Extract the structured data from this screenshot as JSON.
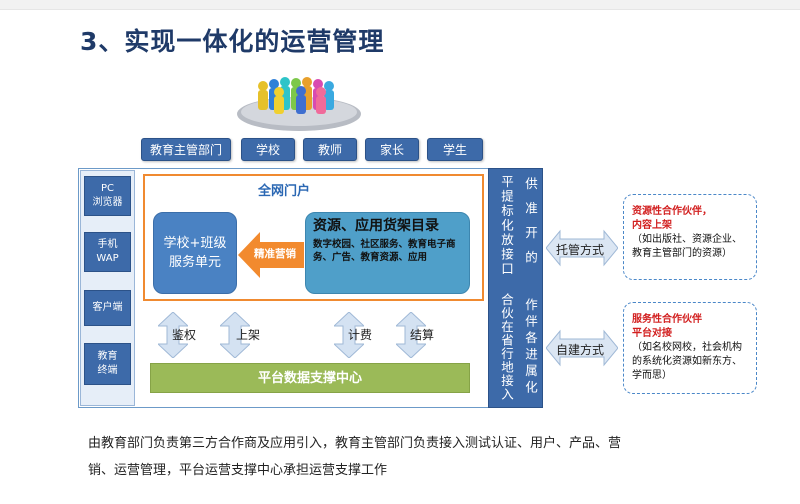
{
  "title": "3、实现一体化的运营管理",
  "roles": [
    "教育主管部门",
    "学校",
    "教师",
    "家长",
    "学生"
  ],
  "clients": [
    "PC\n浏览器",
    "手机\nWAP",
    "客户端",
    "教育\n终端"
  ],
  "portal": {
    "title": "全网门户",
    "school_unit": "学校+班级\n服务单元",
    "marketing": "精准营销",
    "shelf_title": "资源、应用货架目录",
    "shelf_detail": "数字校园、社区服务、教育电子商务、广告、教育资源、应用"
  },
  "ops": [
    "鉴权",
    "上架",
    "计费",
    "结算"
  ],
  "support_center": "平台数据支撑中心",
  "platform_column": {
    "upper": [
      "平",
      "提",
      "标",
      "化",
      "放",
      "接",
      "口",
      "供",
      "准",
      "开",
      "的"
    ],
    "upper_left": "平提标化放接口",
    "upper_right": "供准开的",
    "lower_left": "合伙在省行地接入",
    "lower_right": "作伴各进属化"
  },
  "modes": [
    "托管方式",
    "自建方式"
  ],
  "partners": [
    {
      "heading_1": "资源性合作伙伴，",
      "heading_2": "内容上架",
      "detail": "（如出版社、资源企业、教育主管部门的资源）"
    },
    {
      "heading_1": "服务性合作伙伴",
      "heading_2": "平台对接",
      "detail": "（如名校网校，社会机构的系统化资源如新东方、学而思）"
    }
  ],
  "caption_1": "由教育部门负责第三方合作商及应用引入，教育主管部门负责接入测试认证、用户、产品、营",
  "caption_2": "销、运营管理，平台运营支撑中心承担运营支撑工作",
  "colors": {
    "title": "#1f3a68",
    "role_box": "#3d6aa9",
    "portal_border": "#f08a30",
    "school_unit": "#4a82c3",
    "shelf": "#4f9fc9",
    "support": "#9bba58",
    "partner_red": "#d21f1f"
  }
}
